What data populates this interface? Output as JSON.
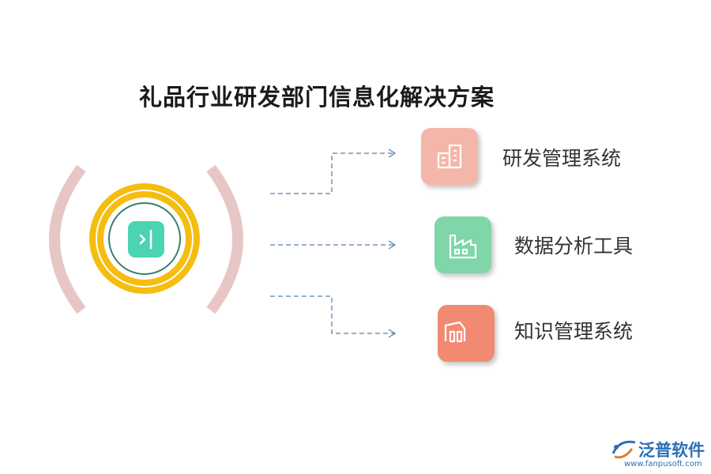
{
  "title": "礼品行业研发部门信息化解决方案",
  "items": [
    {
      "label": "研发管理系统",
      "icon": "office-building-icon",
      "color": "#f4b6a8"
    },
    {
      "label": "数据分析工具",
      "icon": "factory-icon",
      "color": "#7fd6a9"
    },
    {
      "label": "知识管理系统",
      "icon": "warehouse-icon",
      "color": "#f28a72"
    }
  ],
  "center": {
    "icon": "sidebar-toggle-icon",
    "color": "#4cd3b2",
    "ring_color": "#f5bd0f",
    "arc_color": "#e8c6c6"
  },
  "connector_color": "#5a7fb0",
  "logo": {
    "name": "泛普软件",
    "url": "www.fanpusoft.com",
    "color": "#2b6fb6"
  }
}
